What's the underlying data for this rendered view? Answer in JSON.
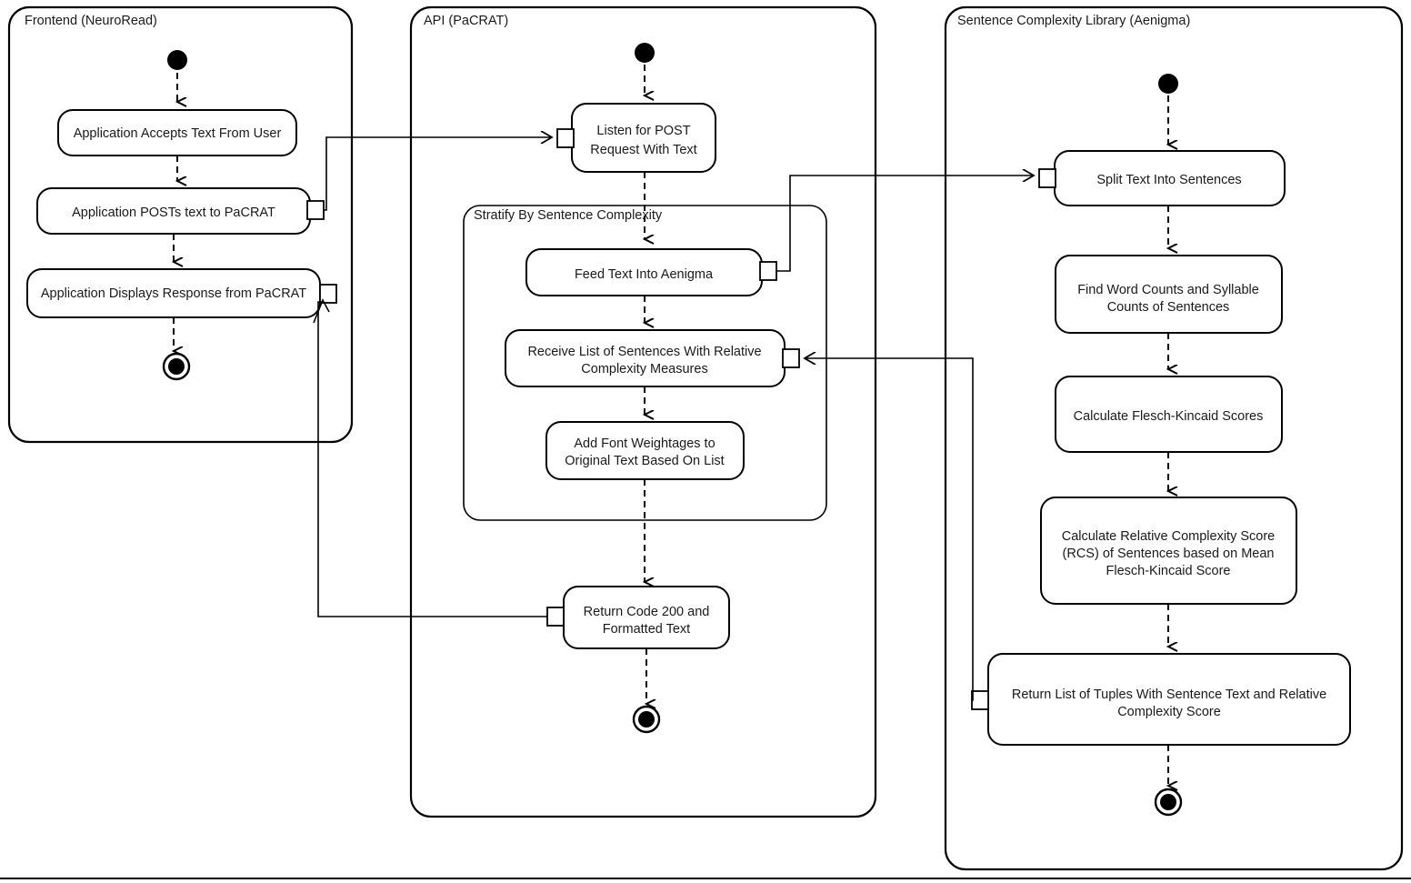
{
  "diagram": {
    "kind": "uml-activity-diagram",
    "title_visible": false,
    "stroke_color": "#000000",
    "text_color": "#1a1a1a",
    "background_color": "#ffffff"
  },
  "lanes": [
    {
      "id": "frontend",
      "title": "Frontend (NeuroRead)",
      "nodes": [
        {
          "id": "fe-initial",
          "type": "initial-node",
          "label": ""
        },
        {
          "id": "fe-accept",
          "type": "action",
          "label": "Application Accepts Text From User"
        },
        {
          "id": "fe-post",
          "type": "action",
          "label": "Application POSTs text to PaCRAT"
        },
        {
          "id": "fe-display",
          "type": "action",
          "label": "Application Displays Response from PaCRAT"
        },
        {
          "id": "fe-final",
          "type": "final-node",
          "label": ""
        }
      ]
    },
    {
      "id": "api",
      "title": "API (PaCRAT)",
      "nodes": [
        {
          "id": "api-initial",
          "type": "initial-node",
          "label": ""
        },
        {
          "id": "api-listen",
          "type": "action",
          "label": "Listen for POST Request With Text"
        },
        {
          "id": "api-return",
          "type": "action",
          "label": "Return Code 200 and Formatted Text"
        },
        {
          "id": "api-final",
          "type": "final-node",
          "label": ""
        }
      ],
      "groups": [
        {
          "id": "stratify",
          "title": "Stratify By Sentence Complexity",
          "nodes": [
            {
              "id": "api-feed",
              "type": "action",
              "label": "Feed Text Into Aenigma"
            },
            {
              "id": "api-receive",
              "type": "action",
              "label": "Receive List of Sentences With Relative Complexity Measures"
            },
            {
              "id": "api-weight",
              "type": "action",
              "label": "Add Font Weightages to Original Text Based On List"
            }
          ]
        }
      ]
    },
    {
      "id": "aenigma",
      "title": "Sentence Complexity Library (Aenigma)",
      "nodes": [
        {
          "id": "ae-initial",
          "type": "initial-node",
          "label": ""
        },
        {
          "id": "ae-split",
          "type": "action",
          "label": "Split Text Into Sentences"
        },
        {
          "id": "ae-counts",
          "type": "action",
          "label": "Find Word Counts and Syllable Counts of Sentences"
        },
        {
          "id": "ae-flesch",
          "type": "action",
          "label": "Calculate Flesch-Kincaid Scores"
        },
        {
          "id": "ae-rcs",
          "type": "action",
          "label": "Calculate Relative Complexity Score (RCS) of Sentences based on Mean Flesch-Kincaid Score"
        },
        {
          "id": "ae-return",
          "type": "action",
          "label": "Return List of Tuples With Sentence Text and Relative Complexity Score"
        },
        {
          "id": "ae-final",
          "type": "final-node",
          "label": ""
        }
      ]
    }
  ],
  "labels": {
    "fe_lane_title": "Frontend (NeuroRead)",
    "api_lane_title": "API (PaCRAT)",
    "ae_lane_title": "Sentence Complexity Library (Aenigma)",
    "stratify_group_title": "Stratify By Sentence Complexity",
    "fe_accept_l1": "Application Accepts Text From User",
    "fe_post_l1": "Application POSTs text to PaCRAT",
    "fe_display_l1": "Application Displays Response from PaCRAT",
    "api_listen_l1": "Listen for POST",
    "api_listen_l2": "Request With Text",
    "api_feed_l1": "Feed Text Into Aenigma",
    "api_receive_l1": "Receive List of Sentences With Relative",
    "api_receive_l2": "Complexity Measures",
    "api_weight_l1": "Add Font Weightages to",
    "api_weight_l2": "Original Text Based On List",
    "api_return_l1": "Return Code 200 and",
    "api_return_l2": "Formatted Text",
    "ae_split_l1": "Split Text Into Sentences",
    "ae_counts_l1": "Find Word Counts and Syllable",
    "ae_counts_l2": "Counts of Sentences",
    "ae_flesch_l1": "Calculate Flesch-Kincaid Scores",
    "ae_rcs_l1": "Calculate Relative Complexity Score",
    "ae_rcs_l2": "(RCS) of Sentences based on Mean",
    "ae_rcs_l3": "Flesch-Kincaid Score",
    "ae_return_l1": "Return List of Tuples With Sentence Text and Relative",
    "ae_return_l2": "Complexity Score"
  },
  "connections": [
    {
      "id": "c1",
      "from": "fe-post",
      "to": "api-listen",
      "style": "solid-message"
    },
    {
      "id": "c2",
      "from": "api-feed",
      "to": "ae-split",
      "style": "solid-message"
    },
    {
      "id": "c3",
      "from": "ae-return",
      "to": "api-receive",
      "style": "solid-message"
    },
    {
      "id": "c4",
      "from": "api-return",
      "to": "fe-display",
      "style": "solid-message"
    }
  ]
}
